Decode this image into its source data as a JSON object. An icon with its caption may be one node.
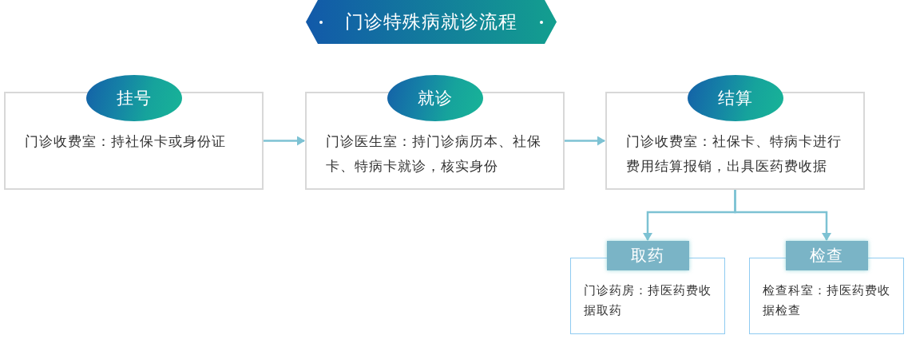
{
  "diagram": {
    "title": "门诊特殊病就诊流程",
    "nodes": [
      {
        "text": [
          "挂号",
          "门诊收费室：持社保卡或身份证"
        ]
      },
      {
        "text": [
          "就诊",
          "门诊医生室：持门诊病历本、社保卡、特病卡就诊，核实身份"
        ]
      },
      {
        "text": [
          "结算",
          "门诊收费室：社保卡、特病卡进行费用结算报销，出具医药费收据"
        ]
      },
      {
        "text": [
          "取药",
          "门诊药房：持医药费收据取药"
        ]
      },
      {
        "text": [
          "检查",
          "检查科室：持医药费收据检查"
        ]
      }
    ],
    "edges": [
      {
        "from": 0,
        "to": 1,
        "arrow": "to"
      },
      {
        "from": 1,
        "to": 2,
        "arrow": "to"
      },
      {
        "from": 2,
        "to": 3,
        "arrow": "to"
      },
      {
        "from": 2,
        "to": 4,
        "arrow": "to"
      }
    ]
  }
}
